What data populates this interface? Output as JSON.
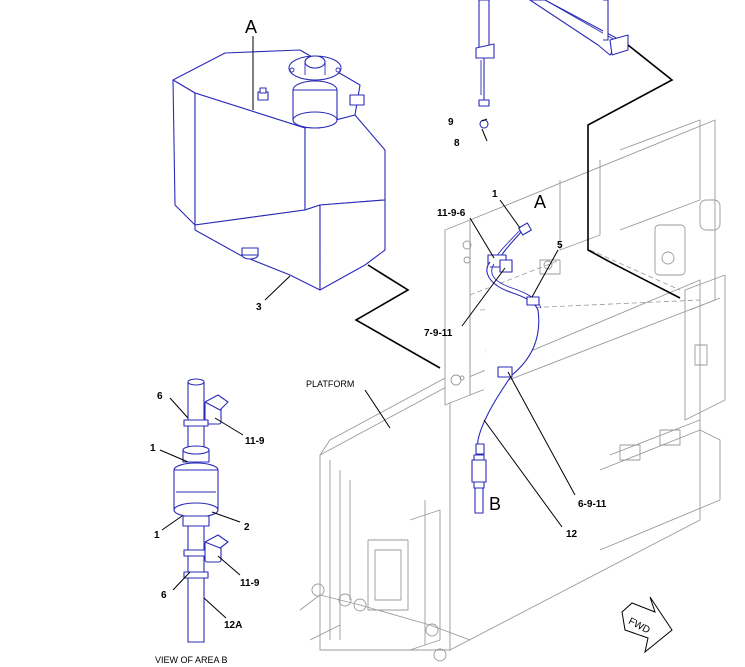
{
  "labels": {
    "A_top": "A",
    "A_right": "A",
    "B": "B",
    "p9": "9",
    "p8": "8",
    "p3": "3",
    "p1_top": "1",
    "p11_9_6": "11-9-6",
    "p5": "5",
    "p7_9_11": "7-9-11",
    "platform": "PLATFORM",
    "p6_9_11": "6-9-11",
    "p12": "12",
    "b_6_top": "6",
    "b_11_9_top": "11-9",
    "b_1_top": "1",
    "b_2": "2",
    "b_1_bottom": "1",
    "b_11_9_bottom": "11-9",
    "b_6_bottom": "6",
    "b_12A": "12A",
    "view_caption": "VIEW OF AREA B",
    "fwd": "FWD"
  }
}
